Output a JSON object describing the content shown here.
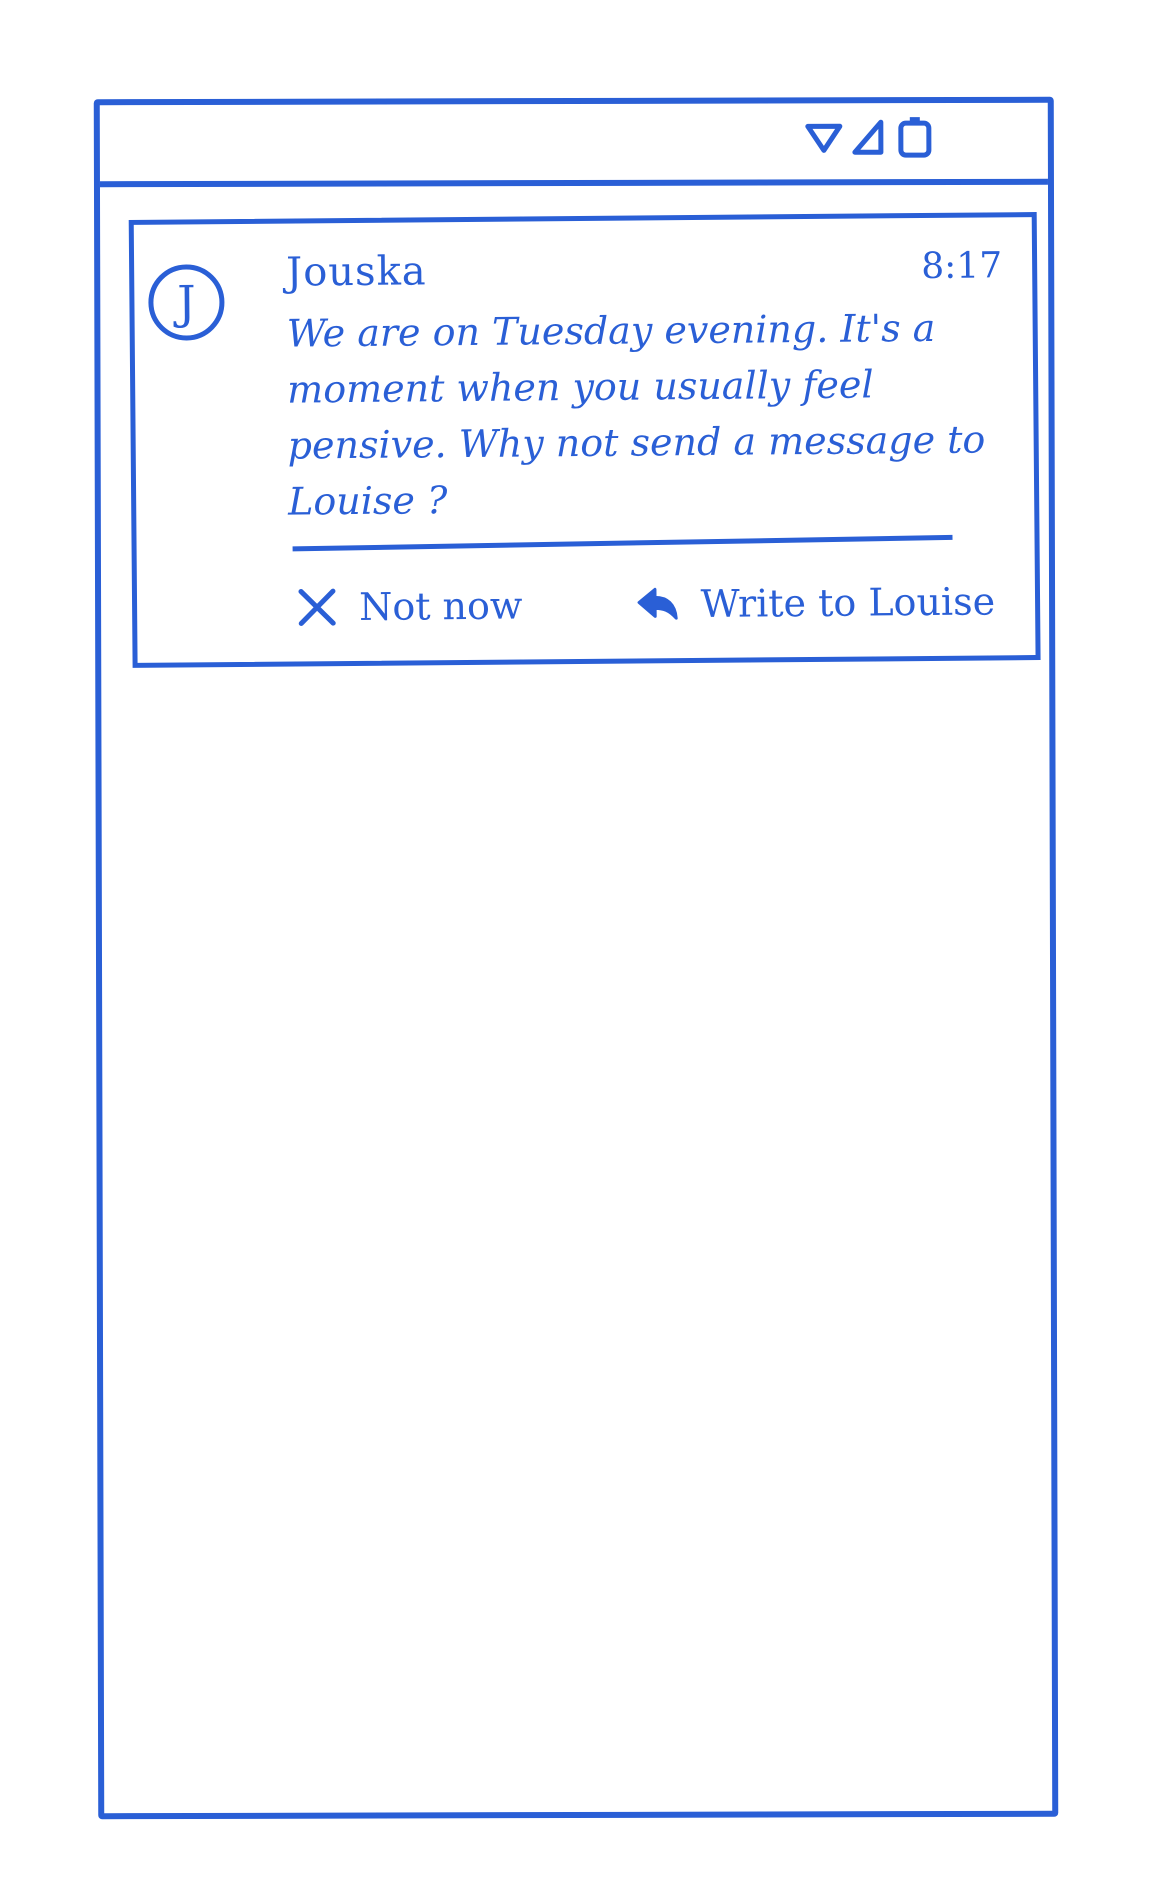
{
  "status_bar": {
    "icons": [
      "wifi-icon",
      "signal-icon",
      "battery-icon"
    ]
  },
  "notification": {
    "avatar_letter": "J",
    "app_name": "Jouska",
    "time": "8:17",
    "message": "We are on Tuesday evening. It's a moment when you usually feel pensive. Why not send a message to Louise ?",
    "actions": {
      "dismiss_label": "Not now",
      "reply_label": "Write to Louise"
    }
  },
  "colors": {
    "ink": "#2a5fd6",
    "background": "#ffffff"
  }
}
